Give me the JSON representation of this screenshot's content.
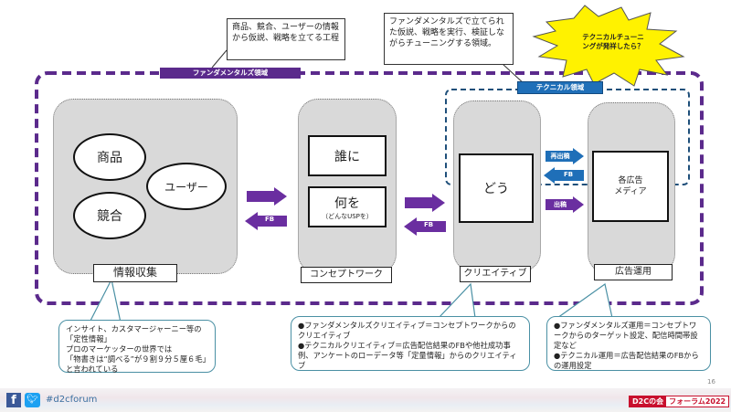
{
  "callouts": {
    "info_gathering": "商品、競合、ユーザーの情報から仮説、戦略を立てる工程",
    "fundamental": "ファンダメンタルズで立てられた仮説、戦略を実行、検証しながらチューニングする領域。",
    "burst": "テクニカルチューニングが発祥したら？"
  },
  "regions": {
    "fundamental_label": "ファンダメンタルズ領域",
    "technical_label": "テクニカル領域"
  },
  "stages": {
    "info": {
      "label": "情報収集",
      "items": [
        "商品",
        "ユーザー",
        "競合"
      ]
    },
    "concept": {
      "label": "コンセプトワーク",
      "who": "誰に",
      "what": "何を",
      "what_sub": "（どんなUSPを）"
    },
    "creative": {
      "label": "クリエイティブ",
      "box": "どう"
    },
    "ad_ops": {
      "label": "広告運用",
      "box_line1": "各広告",
      "box_line2": "メディア"
    }
  },
  "arrows": {
    "fb1": "FB",
    "fb2": "FB",
    "resubmit": "再出稿",
    "fb3": "FB",
    "submit": "出稿"
  },
  "notes": {
    "info": [
      "インサイト、カスタマージャーニー等の「定性情報」",
      "プロのマーケッターの世界では",
      "「物書きは“調べる”が９割９分５厘６毛」と言われている"
    ],
    "creative": [
      "●ファンダメンタルズクリエイティブ＝コンセプトワークからのクリエイティブ",
      "●テクニカルクリエイティブ＝広告配信結果のFBや他社成功事例、アンケートのローデータ等「定量情報」からのクリエイティブ"
    ],
    "ad_ops": [
      "●ファンダメンタルズ運用＝コンセプトワークからのターゲット設定、配信時間帯設定など",
      "●テクニカル運用＝広告配信結果のFBからの運用設定"
    ]
  },
  "footer": {
    "hashtag": "#d2cforum",
    "page_number": "16",
    "brand_left": "D2Cの会",
    "brand_right": "フォーラム2022"
  },
  "colors": {
    "fundamental": "#5b2a8c",
    "technical": "#1f6fb8",
    "burst": "#fff200",
    "brand_red": "#c8102e"
  }
}
